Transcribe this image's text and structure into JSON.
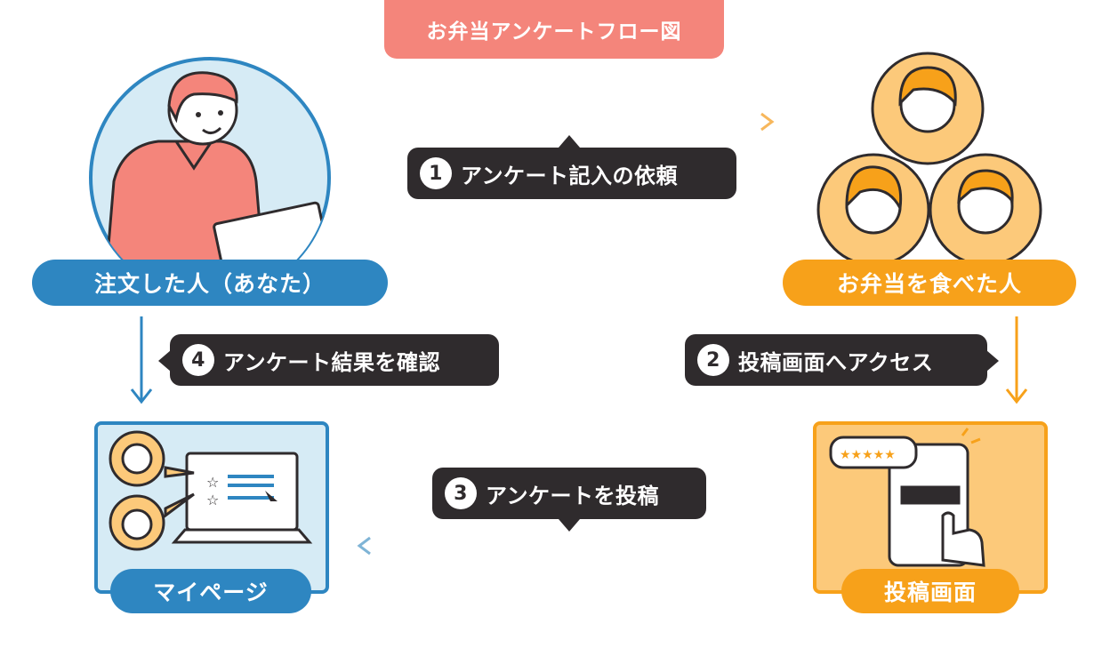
{
  "title": "お弁当アンケートフロー図",
  "nodes": {
    "customer": "注文した人（あなた）",
    "eaters": "お弁当を食べた人",
    "mypage": "マイページ",
    "post_screen": "投稿画面"
  },
  "steps": [
    {
      "num": "1",
      "label": "アンケート記入の依頼"
    },
    {
      "num": "2",
      "label": "投稿画面へアクセス"
    },
    {
      "num": "3",
      "label": "アンケートを投稿"
    },
    {
      "num": "4",
      "label": "アンケート結果を確認"
    }
  ],
  "colors": {
    "title": "#f4857b",
    "blue": "#2e86c1",
    "orange": "#f7a11a",
    "step_bg": "#2f2b2d",
    "light_blue": "#d6ebf5",
    "light_orange": "#fcc97a"
  },
  "icons": [
    "customer-avatar",
    "eater-avatars",
    "laptop-icon",
    "star-icon",
    "smartphone-icon",
    "hand-pointer-icon",
    "cursor-icon"
  ]
}
